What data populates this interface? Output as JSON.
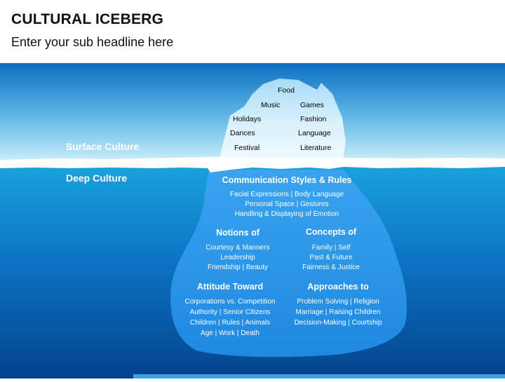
{
  "title": "CULTURAL ICEBERG",
  "subtitle": "Enter your sub headline here",
  "surface_label": "Surface Culture",
  "deep_label": "Deep Culture",
  "tip_items": [
    "Food",
    "Music",
    "Games",
    "Holidays",
    "Fashion",
    "Dances",
    "Language",
    "Festival",
    "Literature"
  ],
  "sections": [
    {
      "heading": "Communication Styles & Rules",
      "lines": [
        "Facial Expressions | Body Language",
        "Personal Space | Gestures",
        "Handling & Displaying of Emotion"
      ]
    },
    {
      "heading": "Notions of",
      "lines": [
        "Courtesy & Manners",
        "Leadership",
        "Friendship | Beauty"
      ]
    },
    {
      "heading": "Concepts of",
      "lines": [
        "Family | Self",
        "Past & Future",
        "Fairness & Justice"
      ]
    },
    {
      "heading": "Attitude Toward",
      "lines": [
        "Corporations vs. Competition",
        "Authority | Senior Citizens",
        "Children | Rules | Animals",
        "Age | Work | Death"
      ]
    },
    {
      "heading": "Approaches to",
      "lines": [
        "Problem Solving | Religion",
        "Marriage | Raising Children",
        "Decision-Making | Courtship"
      ]
    }
  ],
  "colors": {
    "sky_top": "#0b6fbf",
    "sky_bottom": "#cfeefa",
    "sea_top": "#1aa3de",
    "sea_bottom": "#04438c",
    "ice_under": "#2b97ea",
    "ice_tip": "#e9f7fe"
  }
}
